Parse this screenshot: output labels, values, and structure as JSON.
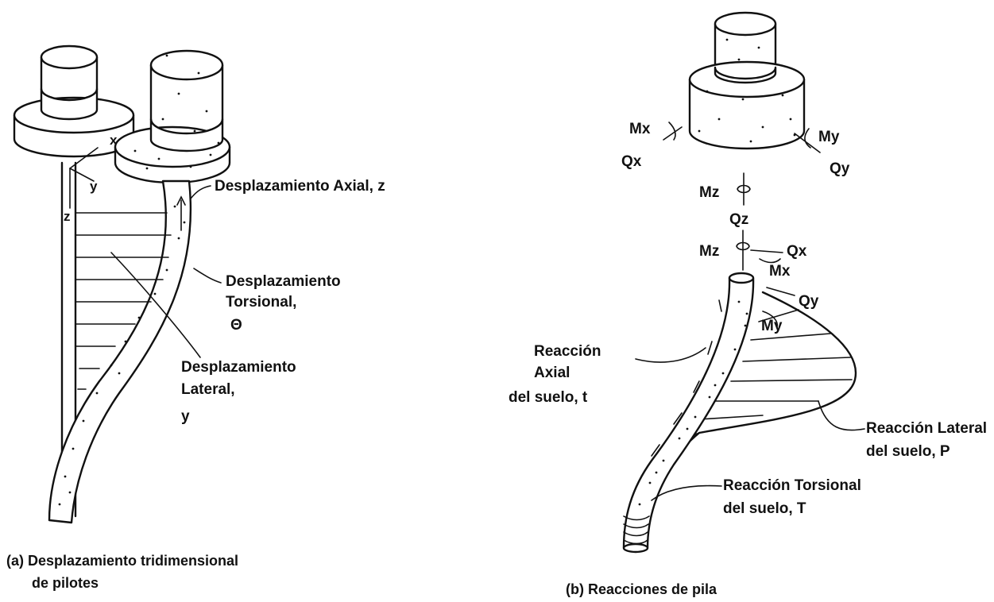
{
  "panel_a": {
    "axis_x": "x",
    "axis_y": "y",
    "axis_z": "z",
    "label_axial": "Desplazamiento Axial, z",
    "label_torsional_1": "Desplazamiento",
    "label_torsional_2": "Torsional,",
    "label_torsional_3": "Θ",
    "label_lateral_1": "Desplazamiento",
    "label_lateral_2": "Lateral,",
    "label_lateral_3": "y",
    "caption_1": "(a) Desplazamiento tridimensional",
    "caption_2": "de pilotes"
  },
  "panel_b": {
    "force_mx_top": "Mx",
    "force_qx_top": "Qx",
    "force_my_top": "My",
    "force_qy_top": "Qy",
    "force_mz_top": "Mz",
    "force_qz": "Qz",
    "force_mz_bottom": "Mz",
    "force_qx_bottom": "Qx",
    "force_mx_bottom": "Mx",
    "force_qy_bottom": "Qy",
    "force_my_bottom": "My",
    "label_axial_1": "Reacción",
    "label_axial_2": "Axial",
    "label_axial_3": "del suelo, t",
    "label_lateral_1": "Reacción Lateral",
    "label_lateral_2": "del suelo, P",
    "label_torsional_1": "Reacción Torsional",
    "label_torsional_2": "del suelo, T",
    "caption": "(b)  Reacciones de pila"
  }
}
